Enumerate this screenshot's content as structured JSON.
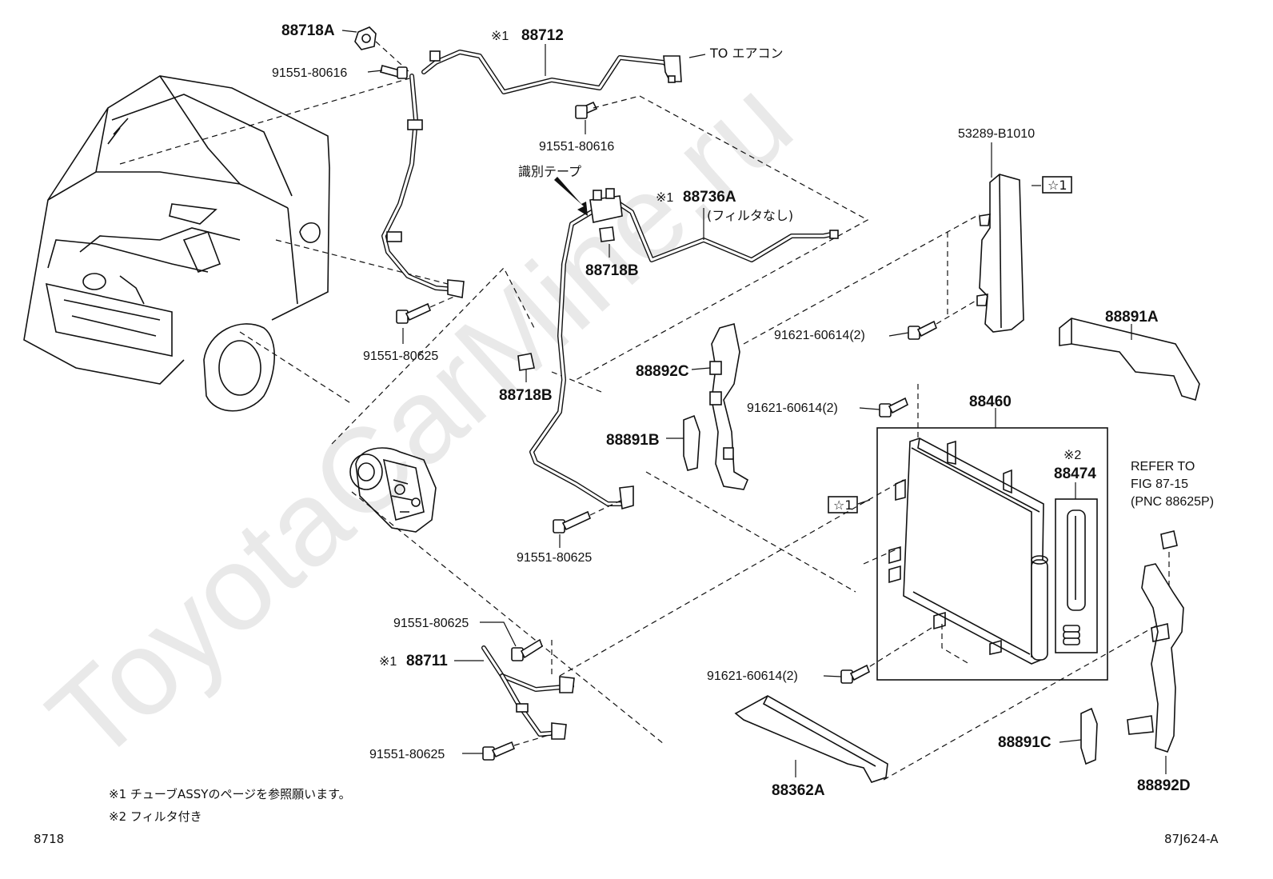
{
  "watermark": "ToyotaCarMine.ru",
  "labels": {
    "p88718A": "88718A",
    "p88712": "88712",
    "p88712_mark": "※1",
    "to_aircon": "TO エアコン",
    "bolt_80616_a": "91551-80616",
    "bolt_80616_b": "91551-80616",
    "p53289": "53289-B1010",
    "star1_a": "☆1",
    "id_tape": "識別テープ",
    "p88736A": "88736A",
    "p88736A_mark": "※1",
    "no_filter": "(フィルタなし)",
    "p88718B_a": "88718B",
    "p88891A": "88891A",
    "bolt_80625_a": "91551-80625",
    "bolt_60614_a": "91621-60614(2)",
    "p88892C": "88892C",
    "p88718B_b": "88718B",
    "bolt_60614_b": "91621-60614(2)",
    "p88460": "88460",
    "p88891B": "88891B",
    "p88474_mark": "※2",
    "p88474": "88474",
    "refer_1": "REFER TO",
    "refer_2": "FIG 87-15",
    "refer_3": "(PNC 88625P)",
    "star1_b": "☆1",
    "bolt_80625_b": "91551-80625",
    "bolt_80625_c": "91551-80625",
    "p88711_mark": "※1",
    "p88711": "88711",
    "bolt_60614_c": "91621-60614(2)",
    "bolt_80625_d": "91551-80625",
    "p88891C": "88891C",
    "p88362A": "88362A",
    "p88892D": "88892D"
  },
  "footnotes": {
    "note1": "※1 チューブASSYのページを参照願います。",
    "note2": "※2 フィルタ付き"
  },
  "corner": {
    "left": "8718",
    "right": "87J624-A"
  }
}
